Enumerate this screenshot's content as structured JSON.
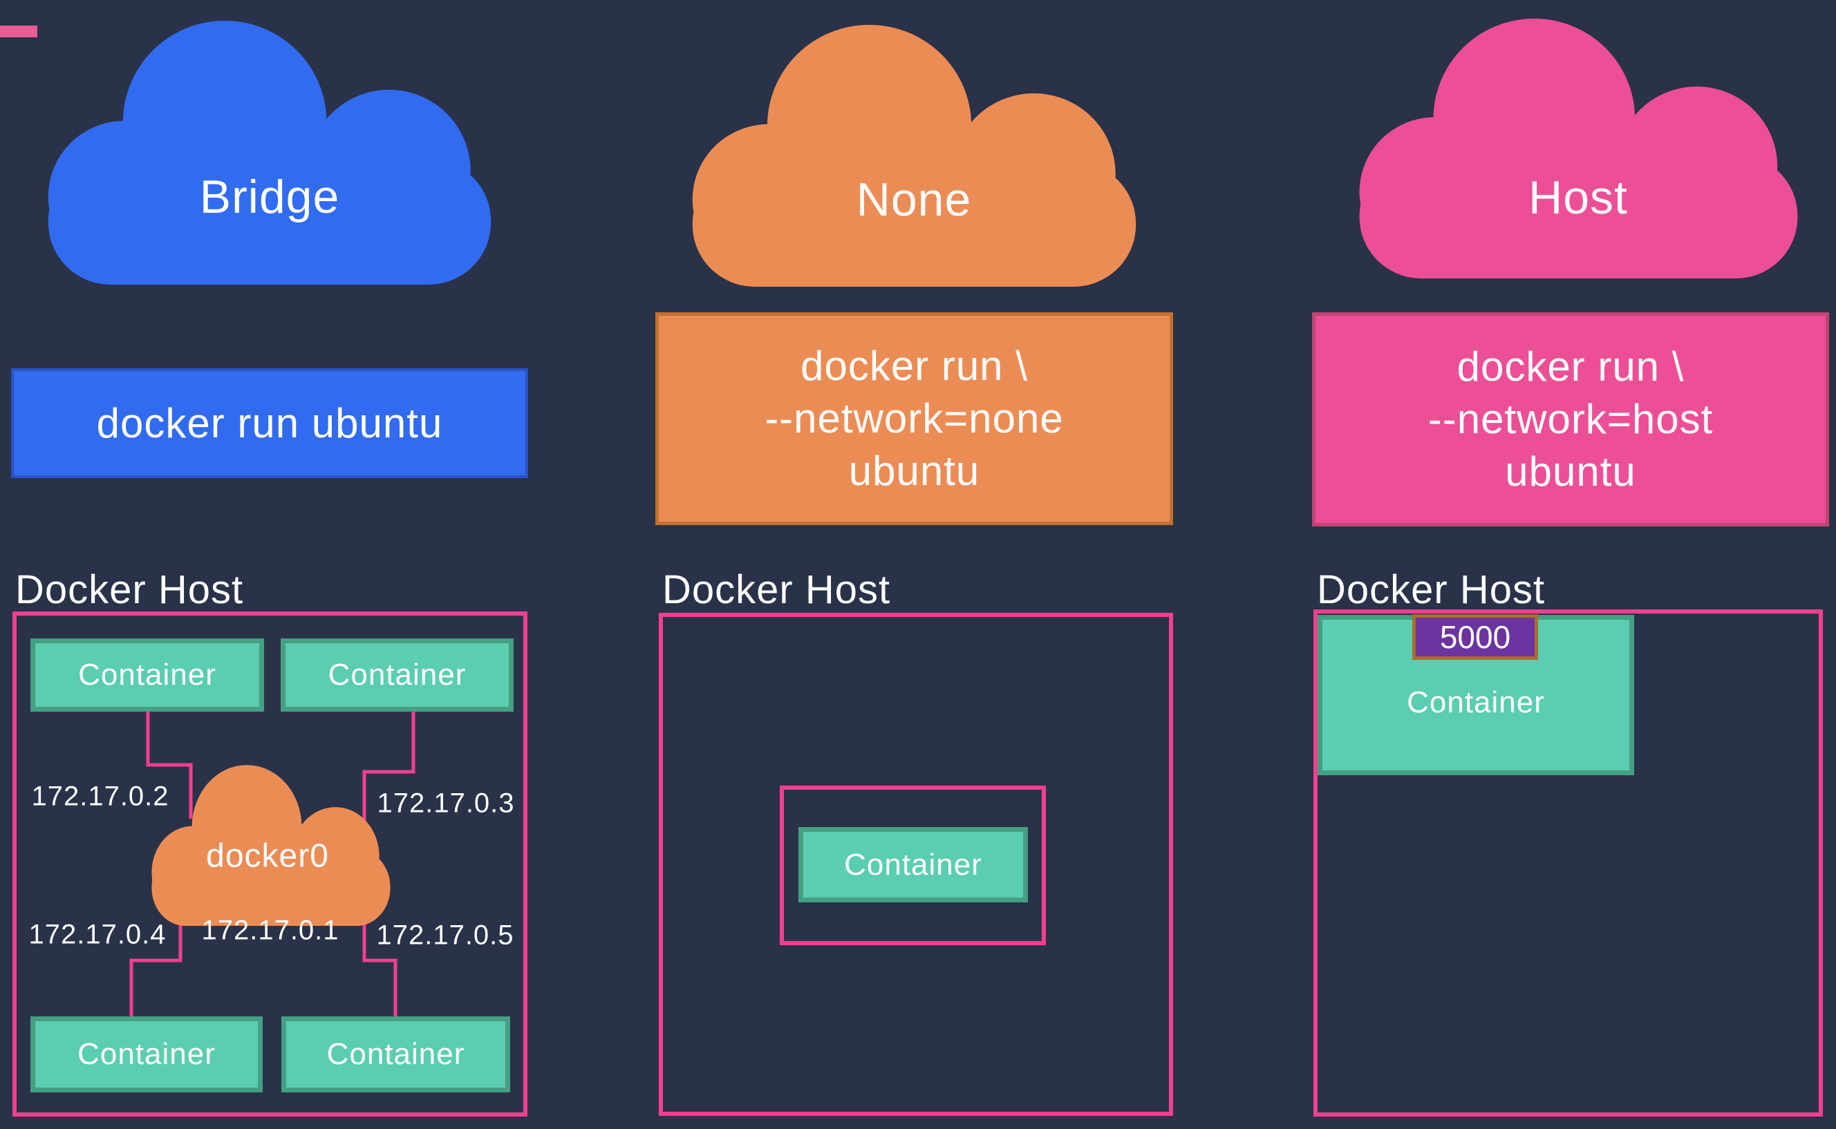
{
  "slide": {
    "title_dash": "",
    "background_color": "#293248",
    "accent_dash_color": "#E85D92"
  },
  "bridge": {
    "cloud_label": "Bridge",
    "cloud_color": "#316BF0",
    "command": "docker run ubuntu",
    "host_label": "Docker Host",
    "container_1": "Container",
    "container_2": "Container",
    "container_3": "Container",
    "container_4": "Container",
    "network_cloud_label": "docker0",
    "network_cloud_color": "#EC8C55",
    "ip_top_left": "172.17.0.2",
    "ip_top_right": "172.17.0.3",
    "ip_bottom_left": "172.17.0.4",
    "ip_center": "172.17.0.1",
    "ip_bottom_right": "172.17.0.5"
  },
  "none": {
    "cloud_label": "None",
    "cloud_color": "#EC8C55",
    "command_line_1": "docker run \\",
    "command_line_2": "--network=none",
    "command_line_3": "ubuntu",
    "host_label": "Docker Host",
    "container": "Container"
  },
  "host": {
    "cloud_label": "Host",
    "cloud_color": "#EC4F96",
    "command_line_1": "docker run \\",
    "command_line_2": "--network=host",
    "command_line_3": "ubuntu",
    "host_label": "Docker Host",
    "container": "Container",
    "port_badge": "5000"
  },
  "colors": {
    "teal_fill": "#5BCDB1",
    "teal_border": "#459F83",
    "pink_outline": "#F0408E",
    "purple_badge": "#6C34A0",
    "badge_border": "#AD6B2E",
    "blue": "#316BF0",
    "orange": "#EC8C55",
    "pink": "#EC4F96",
    "text": "#FFFFFF"
  }
}
